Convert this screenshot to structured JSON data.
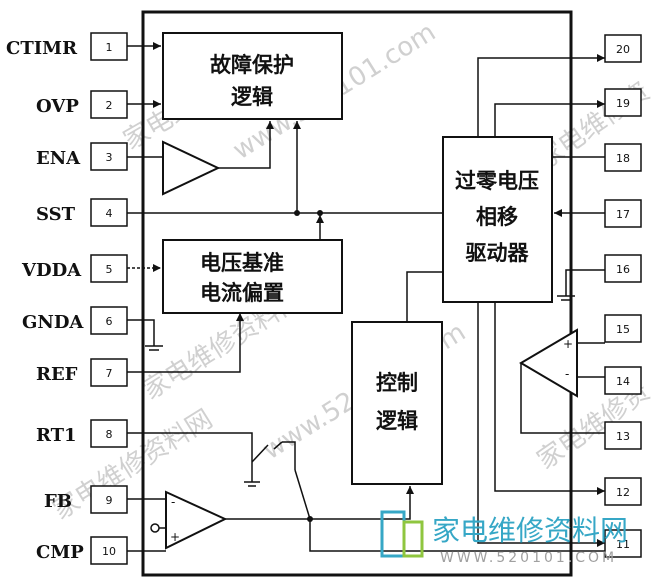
{
  "pins_left": [
    {
      "num": "1",
      "label": "CTIMR"
    },
    {
      "num": "2",
      "label": "OVP"
    },
    {
      "num": "3",
      "label": "ENA"
    },
    {
      "num": "4",
      "label": "SST"
    },
    {
      "num": "5",
      "label": "VDDA"
    },
    {
      "num": "6",
      "label": "GNDA"
    },
    {
      "num": "7",
      "label": "REF"
    },
    {
      "num": "8",
      "label": "RT1"
    },
    {
      "num": "9",
      "label": "FB"
    },
    {
      "num": "10",
      "label": "CMP"
    }
  ],
  "pins_right": [
    {
      "num": "20"
    },
    {
      "num": "19"
    },
    {
      "num": "18"
    },
    {
      "num": "17"
    },
    {
      "num": "16"
    },
    {
      "num": "15"
    },
    {
      "num": "14"
    },
    {
      "num": "13"
    },
    {
      "num": "12"
    },
    {
      "num": "11"
    }
  ],
  "blocks": {
    "fault": {
      "line1": "故障保护",
      "line2": "逻辑"
    },
    "bias": {
      "line1": "电压基准",
      "line2": "电流偏置"
    },
    "drive": {
      "line1": "过零电压",
      "line2": "相移",
      "line3": "驱动器"
    },
    "control": {
      "line1": "控制",
      "line2": "逻辑"
    }
  },
  "comparator_signs": {
    "plus": "+",
    "minus": "-"
  },
  "opamp_signs": {
    "plus": "+",
    "minus": "-"
  },
  "watermarks": {
    "url_diag": "www.520101.com",
    "site_cn": "家电维修资料网",
    "logo_text": "家电维修资料网",
    "logo_url": "WWW.520101.COM",
    "right_edge": "家电维修资"
  }
}
